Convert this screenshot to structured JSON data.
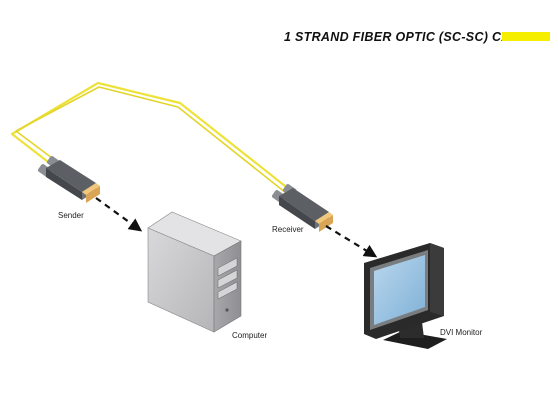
{
  "legend": {
    "label": "1 STRAND FIBER OPTIC (SC-SC) CABLE",
    "color": "#f5ee00"
  },
  "devices": {
    "sender": "Sender",
    "receiver": "Receiver",
    "computer": "Computer",
    "monitor": "DVI Monitor"
  },
  "colors": {
    "cable": "#ede23a",
    "module_body": "#6b6f74",
    "module_plug": "#e8b86a",
    "arrow": "#111111",
    "monitor_screen": "#9dc4e2",
    "monitor_frame": "#2a2a2a",
    "computer_case": "#c9c9cb"
  }
}
